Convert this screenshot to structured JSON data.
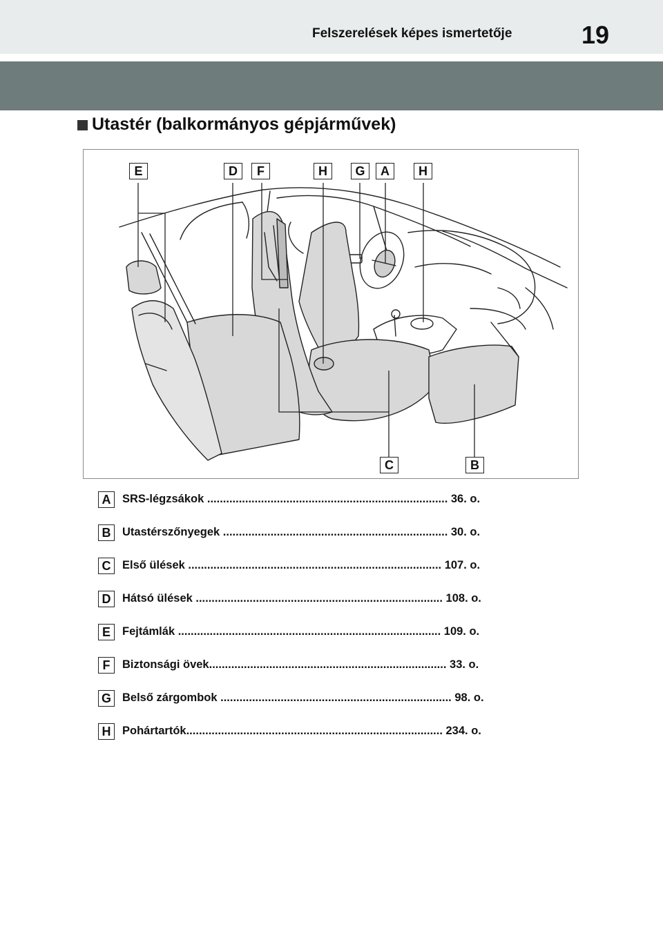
{
  "header": {
    "running_title": "Felszerelések képes ismertetője",
    "page_number": "19"
  },
  "section": {
    "heading": "Utastér (balkormányos gépjárművek)"
  },
  "figure": {
    "top_labels": [
      "E",
      "D",
      "F",
      "H",
      "G",
      "A",
      "H"
    ],
    "bottom_labels": [
      "C",
      "B"
    ]
  },
  "legend": [
    {
      "letter": "A",
      "text": "SRS-légzsákok ............................................................................ 36. o."
    },
    {
      "letter": "B",
      "text": "Utastérszőnyegek ....................................................................... 30. o."
    },
    {
      "letter": "C",
      "text": "Első ülések ................................................................................ 107. o."
    },
    {
      "letter": "D",
      "text": "Hátsó ülések .............................................................................. 108. o."
    },
    {
      "letter": "E",
      "text": "Fejtámlák ................................................................................... 109. o."
    },
    {
      "letter": "F",
      "text": "Biztonsági övek........................................................................... 33. o."
    },
    {
      "letter": "G",
      "text": "Belső zárgombok ......................................................................... 98. o."
    },
    {
      "letter": "H",
      "text": "Pohártartók................................................................................. 234. o."
    }
  ]
}
